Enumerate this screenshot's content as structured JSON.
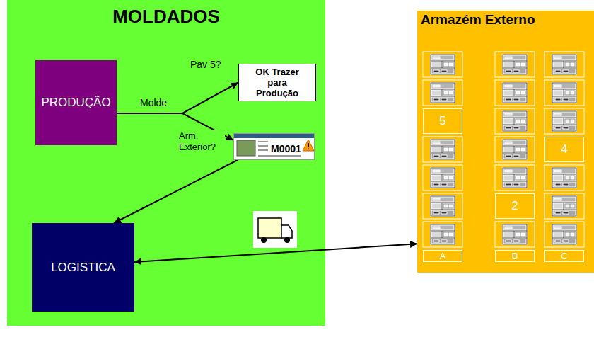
{
  "diagram": {
    "nodes": [
      {
        "text": [
          "MOLDADOS"
        ]
      },
      {
        "text": [
          "PRODUÇÃO"
        ],
        "in": 0
      },
      {
        "text": [
          "OK Trazer para Produção"
        ],
        "in": 0
      },
      {
        "text": [
          "M0001"
        ],
        "in": 0
      },
      {
        "text": [
          "LOGISTICA"
        ],
        "in": 0
      },
      {
        "text": [
          "Armazém Externo"
        ]
      }
    ],
    "edges": [
      {
        "from": 1,
        "to": 2,
        "arrow": "to",
        "label": "Pav 5?"
      },
      {
        "from": 1,
        "to": 3,
        "arrow": "to",
        "label": "Arm. Exterior?"
      },
      {
        "from": 3,
        "to": 4,
        "arrow": "to"
      },
      {
        "from": 4,
        "to": 5,
        "arrow": "both"
      }
    ],
    "labels": [
      "Molde",
      "5",
      "4",
      "2",
      "A",
      "B",
      "C"
    ]
  }
}
